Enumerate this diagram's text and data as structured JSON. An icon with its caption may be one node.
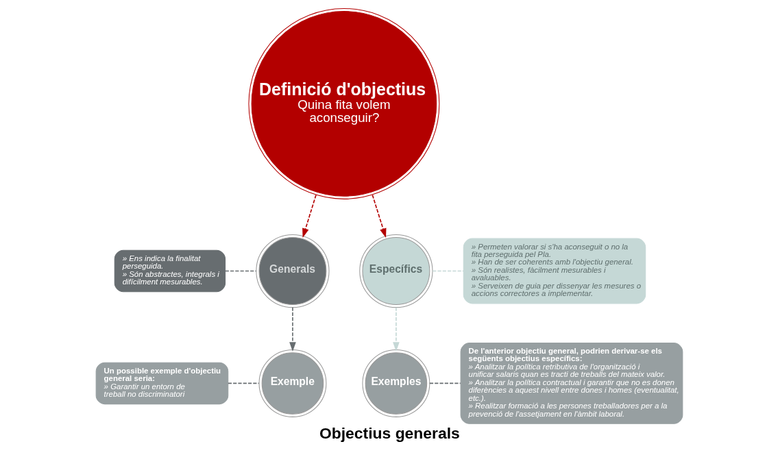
{
  "diagram": {
    "caption": "Objectius generals",
    "nodes": [
      {
        "text": [
          "Definició d'objectius",
          "Quina fita volem aconseguir?"
        ]
      },
      {
        "text": [
          "Generals"
        ]
      },
      {
        "text": [
          "» Ens indica la finalitat perseguida.",
          "» Són abstractes, integrals i difícilment mesurables."
        ]
      },
      {
        "text": [
          "Específics"
        ]
      },
      {
        "text": [
          "» Permeten valorar si s'ha aconseguit o no la fita perseguida pel Pla.",
          "» Han de ser coherents amb l'objectiu general.",
          "» Són realistes, fàcilment mesurables i avaluables.",
          "» Serveixen de guia per dissenyar les mesures o accions correctores a implementar."
        ]
      },
      {
        "text": [
          "Exemple"
        ]
      },
      {
        "text": [
          "Un possible exemple d'objectiu general seria:",
          "» Garantir un entorn de treball no discriminatori"
        ]
      },
      {
        "text": [
          "Exemples"
        ]
      },
      {
        "text": [
          "De l'anterior objectiu general, podrien derivar-se els següents objectius específics:",
          "» Analitzar la política retributiva de l'organització i unificar salaris quan es tracti de treballs del mateix valor.",
          "» Analitzar la política contractual i garantir que no es donen diferències a aquest nivell entre dones i homes (eventualitat, etc.).",
          "» Realitzar formació a les persones treballadores per a la prevenció de l'assetjament en l'àmbit laboral."
        ]
      }
    ],
    "edges": [
      {
        "from": 0,
        "to": 1,
        "arrow": "to",
        "style": "dashed",
        "color": "#b30000"
      },
      {
        "from": 0,
        "to": 3,
        "arrow": "to",
        "style": "dashed",
        "color": "#b30000"
      },
      {
        "from": 2,
        "to": 1,
        "arrow": "none",
        "style": "dashed"
      },
      {
        "from": 3,
        "to": 4,
        "arrow": "none",
        "style": "dashed",
        "color": "#c5d8d6"
      },
      {
        "from": 1,
        "to": 5,
        "arrow": "to",
        "style": "dashed"
      },
      {
        "from": 3,
        "to": 7,
        "arrow": "to",
        "style": "dashed",
        "color": "#c5d8d6"
      },
      {
        "from": 6,
        "to": 5,
        "arrow": "none",
        "style": "dashed"
      },
      {
        "from": 7,
        "to": 8,
        "arrow": "none",
        "style": "dashed"
      }
    ]
  }
}
